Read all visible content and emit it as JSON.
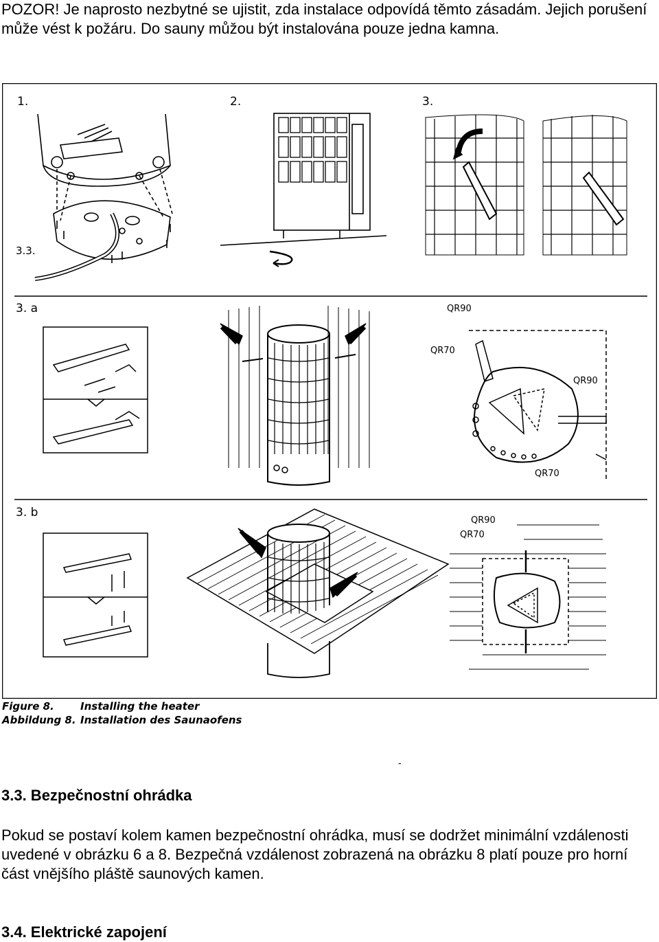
{
  "warning": {
    "lead": "POZOR!",
    "text": " Je naprosto nezbytné se ujistit, zda instalace odpovídá těmto zásadám. Jejich porušení může vést k požáru. Do sauny můžou být instalována pouze jedna kamna."
  },
  "figure": {
    "labels": {
      "step1": "1.",
      "step2": "2.",
      "step3": "3.",
      "ref33": "3.3.",
      "step3a": "3. a",
      "step3b": "3. b",
      "qr90": "QR90",
      "qr70": "QR70"
    },
    "caption": {
      "line1_a": "Figure 8.",
      "line1_b": "Installing the heater",
      "line2_a": "Abbildung 8.",
      "line2_b": "Installation des Saunaofens"
    }
  },
  "dash": "-",
  "section_33": {
    "heading": "3.3. Bezpečnostní ohrádka",
    "paragraph": "Pokud se postaví kolem kamen bezpečnostní ohrádka, musí se dodržet minimální vzdálenosti uvedené v obrázku 6 a 8. Bezpečná vzdálenost zobrazená na obrázku 8 platí pouze pro horní část vnějšího pláště saunových kamen."
  },
  "section_34": {
    "heading": "3.4. Elektrické zapojení"
  }
}
